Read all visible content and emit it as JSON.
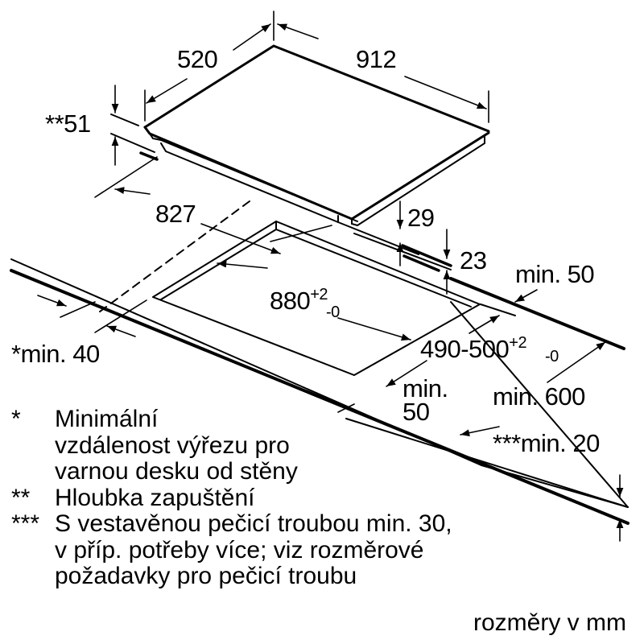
{
  "diagram": {
    "title": "Built-in cooktop installation dimensions",
    "dimensions": {
      "hob_depth": "520",
      "hob_width": "912",
      "recess_depth": "**51",
      "hob_body_width": "827",
      "hob_height_29": "29",
      "worktop_gap_23": "23",
      "cutout_width": "880",
      "cutout_width_tol_plus": "+2",
      "cutout_width_tol_minus": "-0",
      "cutout_depth": "490-500",
      "cutout_depth_tol_plus": "+2",
      "cutout_depth_tol_minus": "-0",
      "rear_min": "min. 50",
      "side_min_wall": "*min. 40",
      "front_min_line1": "min.",
      "front_min_line2": "50",
      "worktop_depth_min": "min. 600",
      "worktop_thickness_min": "***min. 20"
    },
    "notes": [
      {
        "mark": "*",
        "lines": [
          "Minimální",
          "vzdálenost výřezu pro",
          "varnou desku od stěny"
        ]
      },
      {
        "mark": "**",
        "lines": [
          "Hloubka zapuštění"
        ]
      },
      {
        "mark": "***",
        "lines": [
          "S vestavěnou pečicí troubou min. 30,",
          "v příp. potřeby více; viz rozměrové",
          "požadavky pro pečicí troubu"
        ]
      }
    ],
    "units_note": "rozměry v mm",
    "line_color": "#000000",
    "background_color": "#ffffff"
  }
}
